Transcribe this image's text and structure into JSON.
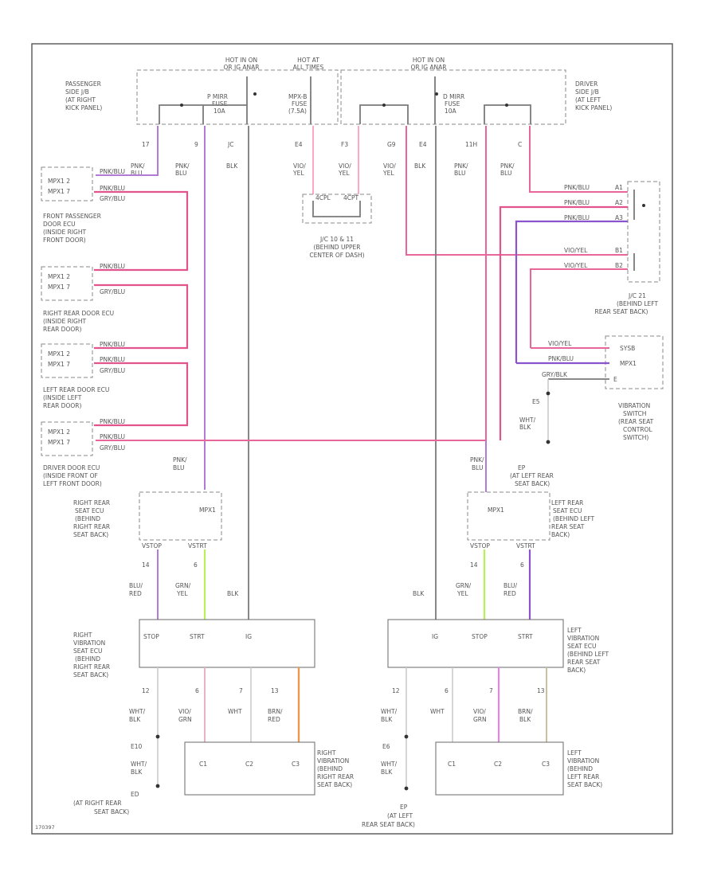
{
  "footer_code": "170397",
  "power": {
    "hot1": [
      "HOT IN ON",
      "OR IG ANAR"
    ],
    "hot2": [
      "HOT AT",
      "ALL TIMES"
    ],
    "hot3": [
      "HOT IN ON",
      "OR IG ANAR"
    ]
  },
  "jb": {
    "passenger": [
      "PASSENGER",
      "SIDE J/B",
      "(AT RIGHT",
      "KICK PANEL)"
    ],
    "driver": [
      "DRIVER",
      "SIDE J/B",
      "(AT LEFT",
      "KICK PANEL)"
    ]
  },
  "fuses": {
    "p_mirr": [
      "P MIRR",
      "FUSE",
      "10A"
    ],
    "mpx_b": [
      "MPX-B",
      "FUSE",
      "(7.5A)"
    ],
    "d_mirr": [
      "D MIRR",
      "FUSE",
      "10A"
    ]
  },
  "pins_top": [
    "17",
    "9",
    "JC",
    "E4",
    "F3",
    "G9",
    "E4",
    "11H",
    "C"
  ],
  "wires_top": [
    [
      "PNK/",
      "BLU"
    ],
    [
      "PNK/",
      "BLU"
    ],
    [
      "BLK"
    ],
    [
      "VIO/",
      "YEL"
    ],
    [
      "VIO/",
      "YEL"
    ],
    [
      "VIO/",
      "YEL"
    ],
    [
      "BLK"
    ],
    [
      "PNK/",
      "BLU"
    ],
    [
      "PNK/",
      "BLU"
    ]
  ],
  "jc": {
    "mid_pins": [
      "4CPL",
      "4CPT"
    ],
    "mid_label": [
      "J/C 10 & 11",
      "(BEHIND UPPER",
      "CENTER OF DASH)"
    ],
    "right_label": [
      "J/C 21",
      "(BEHIND LEFT",
      "REAR SEAT BACK)"
    ]
  },
  "doors": [
    {
      "pins": [
        "MPX1 2",
        "MPX1 7"
      ],
      "label": [
        "FRONT PASSENGER",
        "DOOR ECU",
        "(INSIDE RIGHT",
        "FRONT DOOR)"
      ]
    },
    {
      "pins": [
        "MPX1 2",
        "MPX1 7"
      ],
      "label": [
        "RIGHT REAR DOOR ECU",
        "(INSIDE RIGHT",
        "REAR DOOR)"
      ]
    },
    {
      "pins": [
        "MPX1 2",
        "MPX1 7"
      ],
      "label": [
        "LEFT REAR DOOR ECU",
        "(INSIDE LEFT",
        "REAR DOOR)"
      ]
    },
    {
      "pins": [
        "MPX1 2",
        "MPX1 7"
      ],
      "label": [
        "DRIVER DOOR ECU",
        "(INSIDE FRONT OF",
        "LEFT FRONT DOOR)"
      ]
    }
  ],
  "door_wire_a": "PNK/BLU",
  "door_wire_b": "GRY/BLU",
  "right_connector": {
    "wires": [
      "PNK/BLU",
      "PNK/BLU",
      "PNK/BLU",
      "VIO/YEL",
      "VIO/YEL"
    ],
    "pins": [
      "A1",
      "A2",
      "A3",
      "B1",
      "B2"
    ]
  },
  "switch": {
    "wires": [
      "VIO/YEL",
      "PNK/BLU",
      "GRY/BLK"
    ],
    "pins": [
      "SYSB",
      "MPX1",
      "E"
    ],
    "label": [
      "VIBRATION",
      "SWITCH",
      "(REAR SEAT",
      "CONTROL",
      "SWITCH)"
    ],
    "ground_pin": "E5",
    "ground_wire": [
      "WHT/",
      "BLK"
    ]
  },
  "rr_seat_ecu": {
    "mpx": "MPX1",
    "label": [
      "RIGHT REAR",
      "SEAT ECU",
      "(BEHIND",
      "RIGHT REAR",
      "SEAT BACK)"
    ],
    "in_wire": [
      "PNK/",
      "BLU"
    ],
    "pin_labels": [
      "VSTOP",
      "VSTRT"
    ],
    "pins": [
      "14",
      "6"
    ],
    "wires": [
      [
        "BLU/",
        "RED"
      ],
      [
        "GRN/",
        "YEL"
      ],
      [
        "BLK"
      ]
    ]
  },
  "lr_seat_ecu": {
    "mpx": "MPX1",
    "label": [
      "LEFT REAR",
      "SEAT ECU",
      "(BEHIND LEFT",
      "REAR SEAT",
      "BACK)"
    ],
    "in_wire": [
      "PNK/",
      "BLU"
    ],
    "pin_labels": [
      "VSTOP",
      "VSTRT"
    ],
    "pins": [
      "14",
      "6"
    ],
    "wires": [
      [
        "GRN/",
        "YEL"
      ],
      [
        "BLU/",
        "RED"
      ],
      [
        "BLK"
      ]
    ]
  },
  "ground_ep": [
    "EP",
    "(AT LEFT REAR",
    "SEAT BACK)"
  ],
  "rv_ecu": {
    "terms": [
      "STOP",
      "STRT",
      "IG"
    ],
    "label": [
      "RIGHT",
      "VIBRATION",
      "SEAT ECU",
      "(BEHIND",
      "RIGHT REAR",
      "SEAT BACK)"
    ],
    "out_pins": [
      "12",
      "6",
      "7",
      "13"
    ],
    "out_wires": [
      [
        "WHT/",
        "BLK"
      ],
      [
        "VIO/",
        "GRN"
      ],
      [
        "WHT"
      ],
      [
        "BRN/",
        "RED"
      ]
    ]
  },
  "lv_ecu": {
    "terms": [
      "IG",
      "STOP",
      "STRT"
    ],
    "label": [
      "LEFT",
      "VIBRATION",
      "SEAT ECU",
      "(BEHIND LEFT",
      "REAR SEAT",
      "BACK)"
    ],
    "out_pins": [
      "12",
      "6",
      "7",
      "13"
    ],
    "out_wires": [
      [
        "WHT/",
        "BLK"
      ],
      [
        "WHT"
      ],
      [
        "VIO/",
        "GRN"
      ],
      [
        "BRN/",
        "BLK"
      ]
    ]
  },
  "rv_motor": {
    "terms": [
      "C1",
      "C2",
      "C3"
    ],
    "label": [
      "RIGHT",
      "VIBRATION",
      "(BEHIND",
      "RIGHT REAR",
      "SEAT BACK)"
    ]
  },
  "lv_motor": {
    "terms": [
      "C1",
      "C2",
      "C3"
    ],
    "label": [
      "LEFT",
      "VIBRATION",
      "(BEHIND",
      "LEFT REAR",
      "SEAT BACK)"
    ]
  },
  "ground_r": {
    "pin": "E10",
    "wire": [
      "WHT/",
      "BLK"
    ],
    "label": [
      "ED",
      "(AT RIGHT REAR",
      "SEAT BACK)"
    ]
  },
  "ground_l": {
    "pin": "E6",
    "wire": [
      "WHT/",
      "BLK"
    ],
    "label": [
      "EP",
      "(AT LEFT",
      "REAR SEAT BACK)"
    ]
  }
}
